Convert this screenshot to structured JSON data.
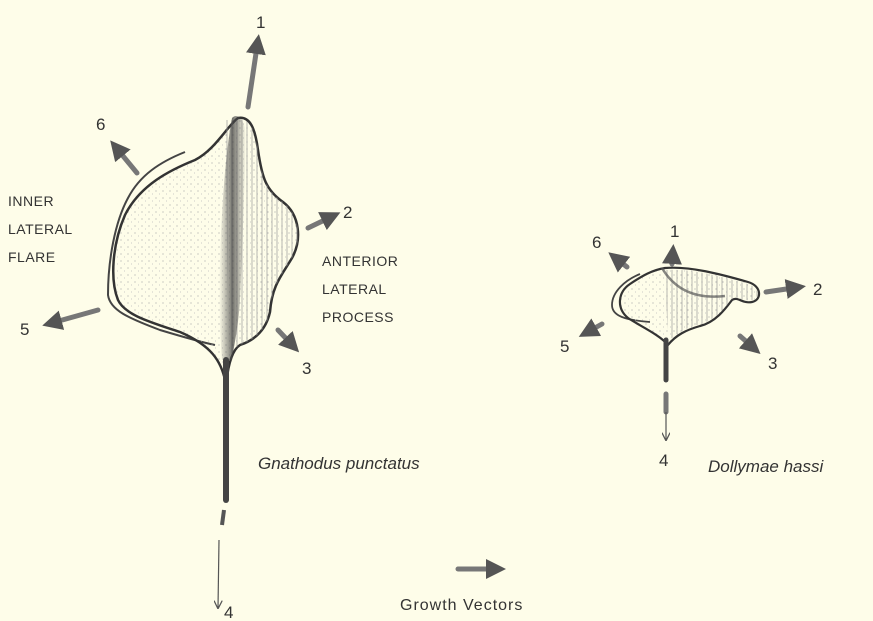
{
  "specimens": [
    {
      "name": "Gnathodus punctatus",
      "features": {
        "inner_flare": [
          "INNER",
          "LATERAL",
          "FLARE"
        ],
        "anterior_process": [
          "ANTERIOR",
          "LATERAL",
          "PROCESS"
        ]
      },
      "vectors": [
        "1",
        "2",
        "3",
        "4",
        "5",
        "6"
      ]
    },
    {
      "name": "Dollymae hassi",
      "vectors": [
        "1",
        "2",
        "3",
        "4",
        "5",
        "6"
      ]
    }
  ],
  "legend": {
    "label": "Growth Vectors"
  },
  "colors": {
    "background": "#fefde9",
    "ink": "#333333",
    "vector": "#777777"
  }
}
